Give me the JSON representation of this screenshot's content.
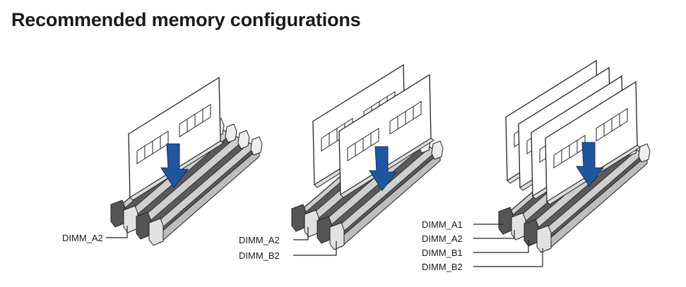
{
  "title": "Recommended memory configurations",
  "colors": {
    "arrow": "#1f56a0",
    "dark_latch": "#555555",
    "light_latch": "#d6d6d6",
    "slot_dark": "#3a3a3a"
  },
  "configurations": [
    {
      "labels": [
        "DIMM_A2"
      ]
    },
    {
      "labels": [
        "DIMM_A2",
        "DIMM_B2"
      ]
    },
    {
      "labels": [
        "DIMM_A1",
        "DIMM_A2",
        "DIMM_B1",
        "DIMM_B2"
      ]
    }
  ]
}
